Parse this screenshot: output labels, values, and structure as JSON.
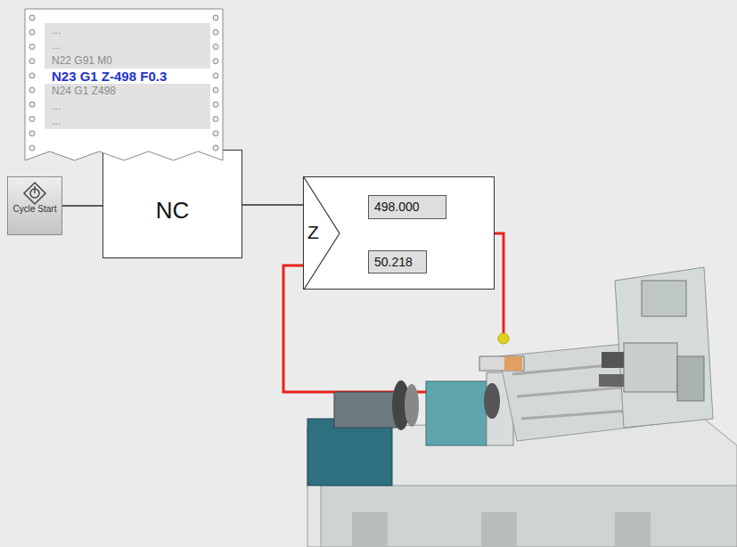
{
  "diagram": {
    "nodes": [
      {
        "text": [
          "...",
          "...",
          "N22 G91 M0",
          "N23 G1 Z-498 F0.3",
          "N24 G1 Z498",
          "...",
          "..."
        ]
      },
      {
        "text": [
          "Cycle Start"
        ]
      },
      {
        "text": [
          "NC"
        ]
      },
      {
        "text": [
          "Z"
        ]
      },
      {
        "text": [
          "498.000"
        ],
        "in": 3
      },
      {
        "text": [
          "50.218"
        ],
        "in": 3
      }
    ],
    "edges": [
      {
        "from": 1,
        "to": 2,
        "arrow": "none"
      },
      {
        "from": 2,
        "to": 3,
        "arrow": "none"
      }
    ]
  }
}
